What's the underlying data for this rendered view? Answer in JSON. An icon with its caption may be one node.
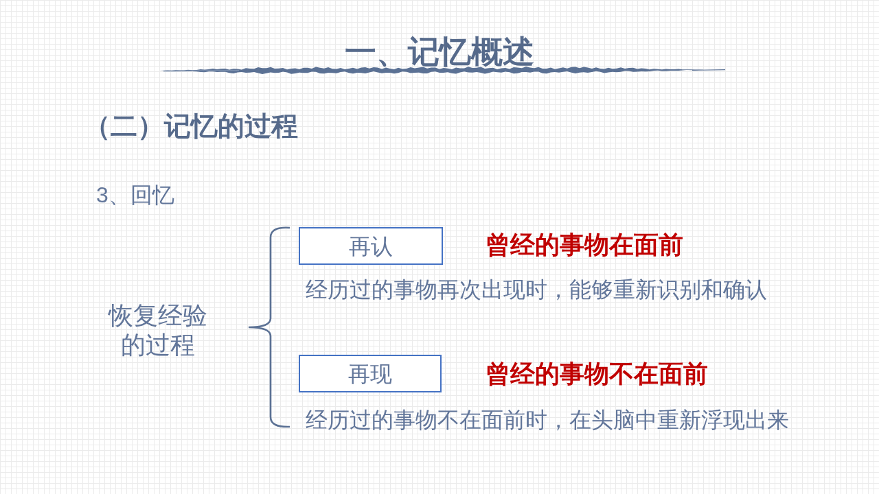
{
  "diagram": {
    "title": "一、记忆概述",
    "nodes": [
      {
        "text": [
          "再认"
        ],
        "beside": [
          "曾经的事物在面前",
          "经历过的事物再次出现时，能够重新识别和确认"
        ]
      },
      {
        "text": [
          "再现"
        ],
        "beside": [
          "曾经的事物不在面前",
          "经历过的事物不在面前时，在头脑中重新浮现出来"
        ]
      }
    ],
    "labels": [
      "（二）记忆的过程",
      "3、回忆",
      "恢复经验的过程"
    ]
  }
}
